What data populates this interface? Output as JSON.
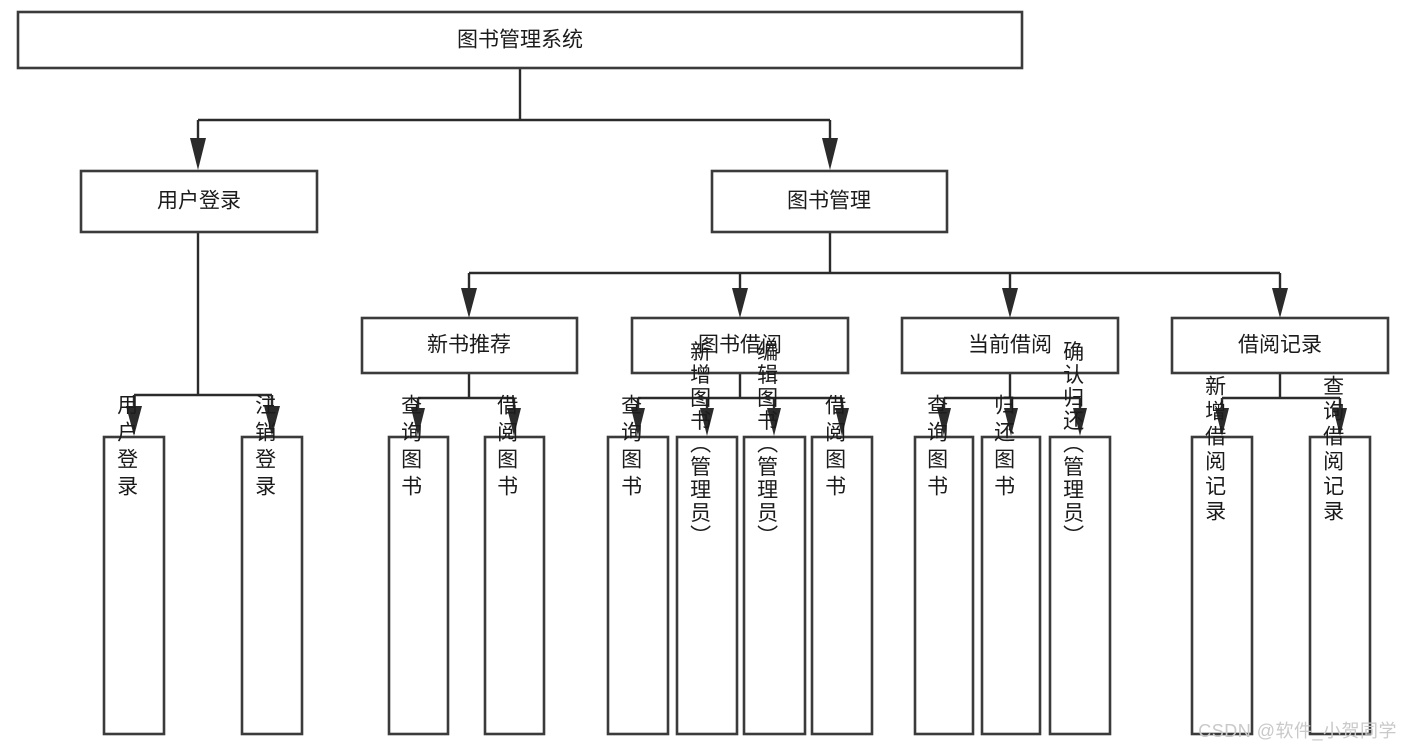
{
  "diagram": {
    "type": "tree-hierarchy",
    "title": "图书管理系统",
    "watermark": "CSDN @软件_小贺同学",
    "colors": {
      "box_fill": "#ffffff",
      "box_stroke": "#3b3b3b",
      "connector": "#2b2b2b",
      "text": "#1b1b1b",
      "watermark": "#c9c9c9",
      "background": "#ffffff"
    },
    "levels": {
      "root": {
        "label": "图书管理系统"
      },
      "level2": [
        {
          "label": "用户登录"
        },
        {
          "label": "图书管理"
        }
      ],
      "level3": [
        {
          "label": "新书推荐"
        },
        {
          "label": "图书借阅"
        },
        {
          "label": "当前借阅"
        },
        {
          "label": "借阅记录"
        }
      ],
      "leaves": [
        {
          "label": "用户登录",
          "parent": "用户登录"
        },
        {
          "label": "注销登录",
          "parent": "用户登录"
        },
        {
          "label": "查询图书",
          "parent": "新书推荐"
        },
        {
          "label": "借阅图书",
          "parent": "新书推荐"
        },
        {
          "label": "查询图书",
          "parent": "图书借阅"
        },
        {
          "label": "新增图书（管理员）",
          "parent": "图书借阅"
        },
        {
          "label": "编辑图书（管理员）",
          "parent": "图书借阅"
        },
        {
          "label": "借阅图书",
          "parent": "图书借阅"
        },
        {
          "label": "查询图书",
          "parent": "当前借阅"
        },
        {
          "label": "归还图书",
          "parent": "当前借阅"
        },
        {
          "label": "确认归还（管理员）",
          "parent": "当前借阅"
        },
        {
          "label": "新增借阅记录",
          "parent": "借阅记录"
        },
        {
          "label": "查询借阅记录",
          "parent": "借阅记录"
        }
      ]
    }
  }
}
